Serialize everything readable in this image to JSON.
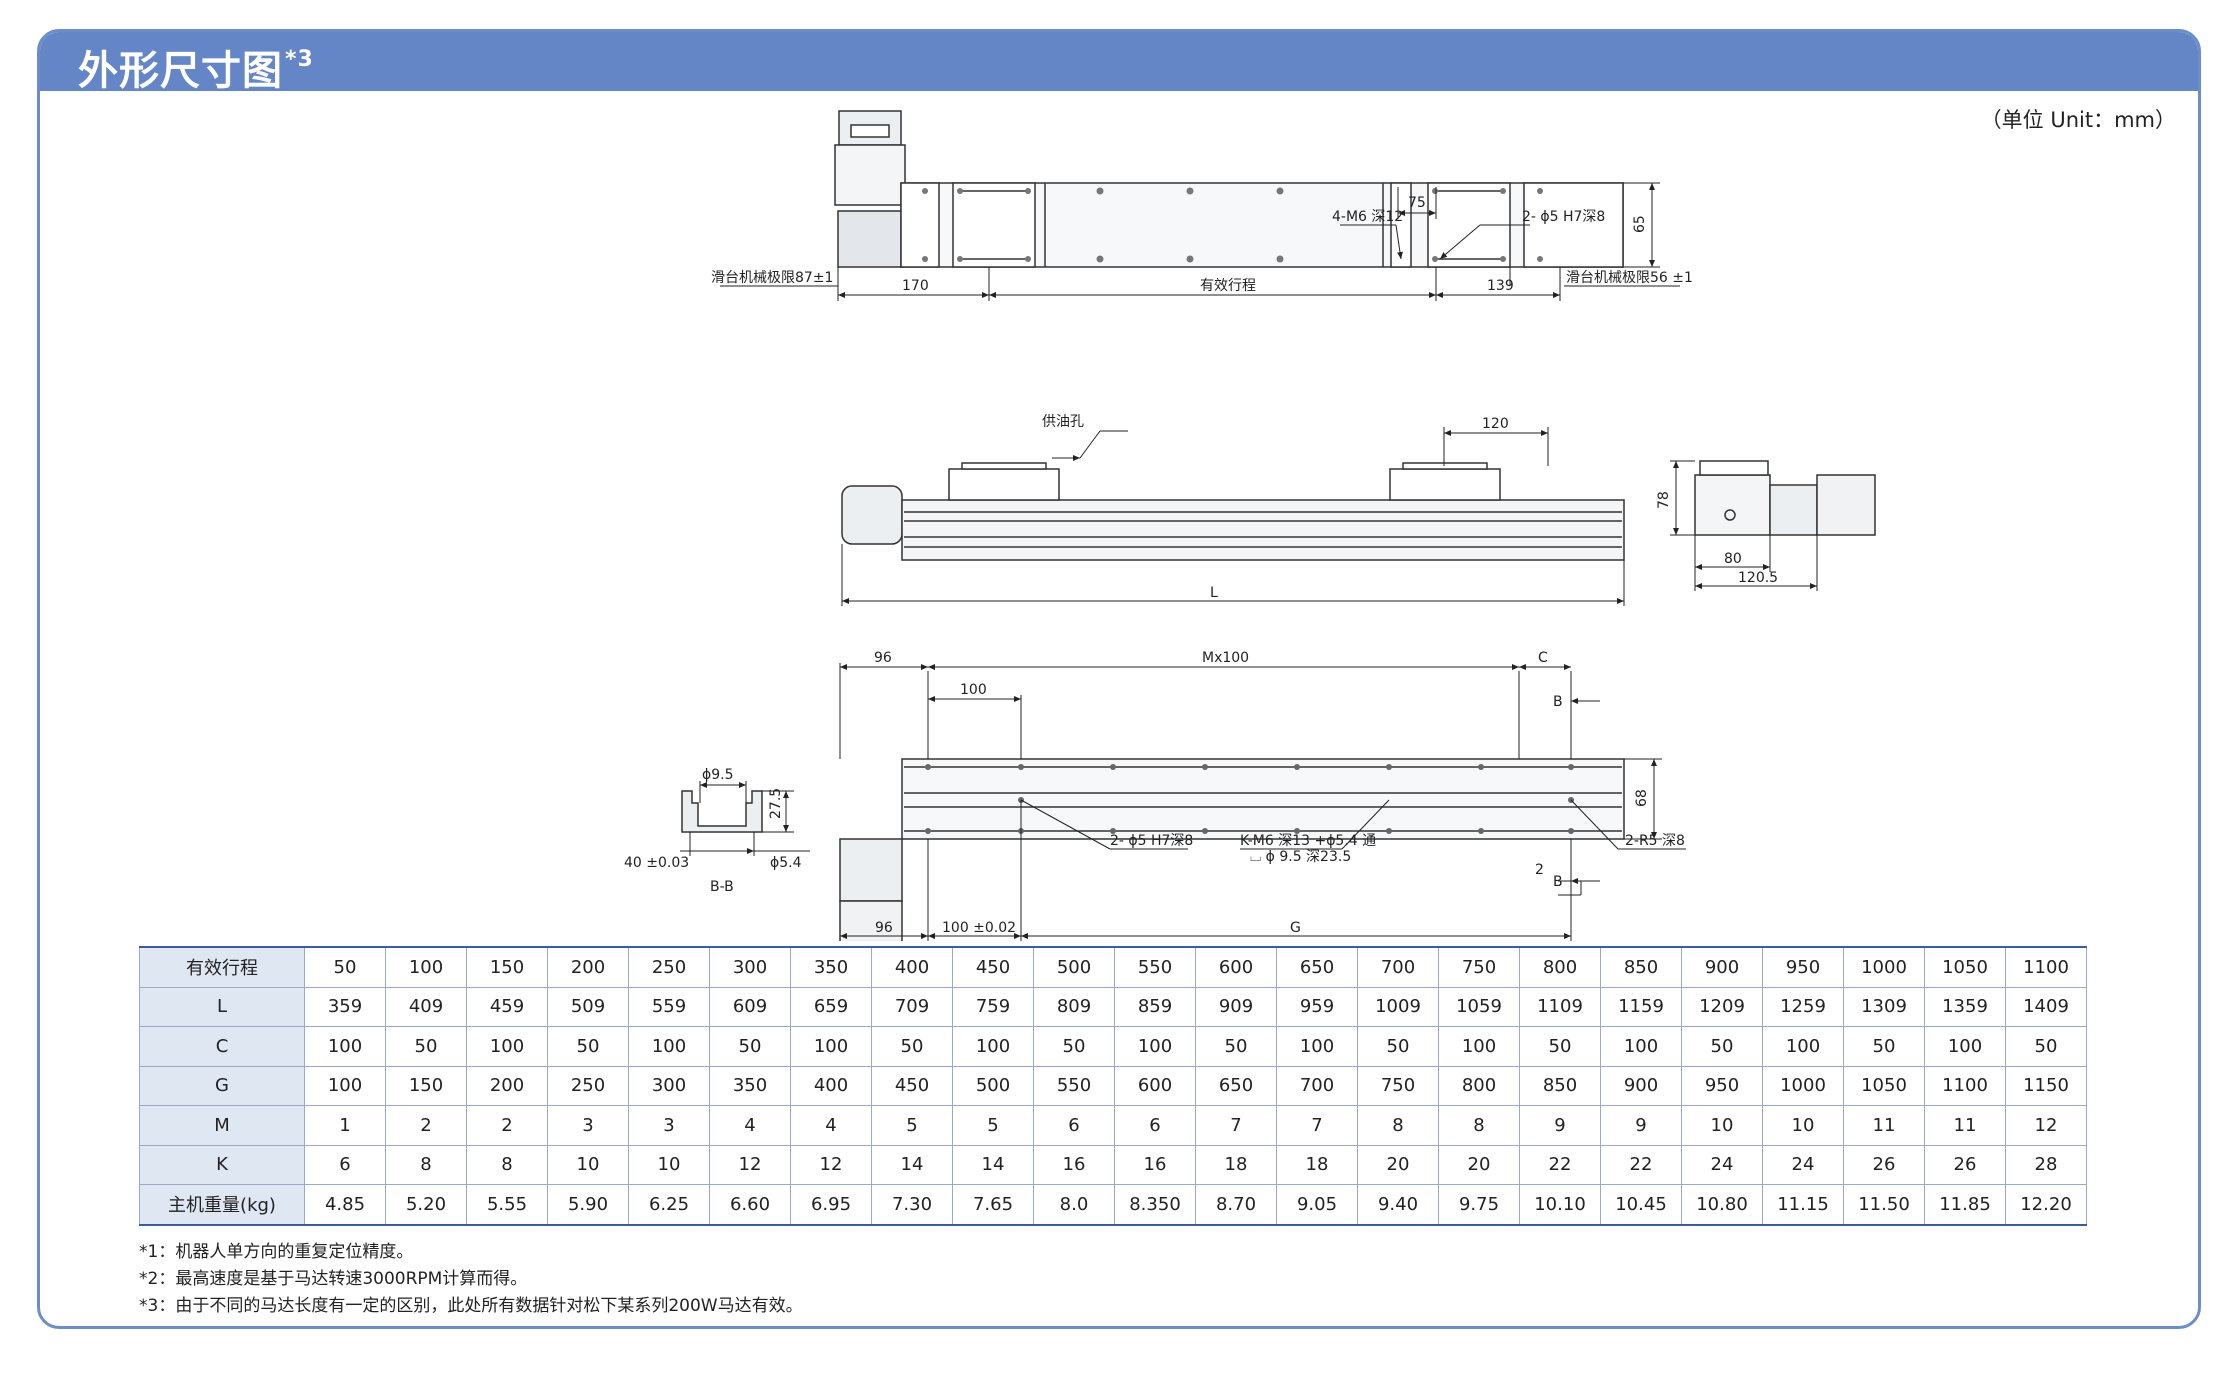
{
  "header": {
    "title": "外形尺寸图",
    "title_sup": "*3"
  },
  "unit": "（单位 Unit：mm）",
  "labels": {
    "top_m6": "4-M6 深12",
    "top_75": "75",
    "top_pin": "2- ϕ5 H7深8",
    "top_65": "65",
    "limit_left": "滑台机械极限87±1",
    "limit_right": "滑台机械极限56 ±1",
    "dim_170": "170",
    "stroke": "有效行程",
    "dim_139": "139",
    "oil_hole": "供油孔",
    "dim_120": "120",
    "dim_L": "L",
    "side_78": "78",
    "side_80": "80",
    "side_1205": "120.5",
    "dim_96_top": "96",
    "dim_mx100": "Mx100",
    "dim_C": "C",
    "dim_100": "100",
    "mark_B1": "B",
    "mark_B2": "B",
    "dim_68": "68",
    "bb_95": "ϕ9.5",
    "bb_275": "27.5",
    "bb_40": "40 ±0.03",
    "bb_54": "ϕ5.4",
    "bb_label": "B-B",
    "bot_pin": "2- ϕ5 H7深8",
    "k_m6": "K-M6 深13 +ϕ5.4 通",
    "k_cb": "⌴ ϕ 9.5 深23.5",
    "r5": "2-R5 深8",
    "dim_2": "2",
    "dim_96_bot": "96",
    "dim_100_tol": "100 ±0.02",
    "dim_G": "G"
  },
  "table": {
    "rows": [
      {
        "head": "有效行程",
        "values": [
          "50",
          "100",
          "150",
          "200",
          "250",
          "300",
          "350",
          "400",
          "450",
          "500",
          "550",
          "600",
          "650",
          "700",
          "750",
          "800",
          "850",
          "900",
          "950",
          "1000",
          "1050",
          "1100"
        ]
      },
      {
        "head": "L",
        "values": [
          "359",
          "409",
          "459",
          "509",
          "559",
          "609",
          "659",
          "709",
          "759",
          "809",
          "859",
          "909",
          "959",
          "1009",
          "1059",
          "1109",
          "1159",
          "1209",
          "1259",
          "1309",
          "1359",
          "1409"
        ]
      },
      {
        "head": "C",
        "values": [
          "100",
          "50",
          "100",
          "50",
          "100",
          "50",
          "100",
          "50",
          "100",
          "50",
          "100",
          "50",
          "100",
          "50",
          "100",
          "50",
          "100",
          "50",
          "100",
          "50",
          "100",
          "50"
        ]
      },
      {
        "head": "G",
        "values": [
          "100",
          "150",
          "200",
          "250",
          "300",
          "350",
          "400",
          "450",
          "500",
          "550",
          "600",
          "650",
          "700",
          "750",
          "800",
          "850",
          "900",
          "950",
          "1000",
          "1050",
          "1100",
          "1150"
        ]
      },
      {
        "head": "M",
        "values": [
          "1",
          "2",
          "2",
          "3",
          "3",
          "4",
          "4",
          "5",
          "5",
          "6",
          "6",
          "7",
          "7",
          "8",
          "8",
          "9",
          "9",
          "10",
          "10",
          "11",
          "11",
          "12"
        ]
      },
      {
        "head": "K",
        "values": [
          "6",
          "8",
          "8",
          "10",
          "10",
          "12",
          "12",
          "14",
          "14",
          "16",
          "16",
          "18",
          "18",
          "20",
          "20",
          "22",
          "22",
          "24",
          "24",
          "26",
          "26",
          "28"
        ]
      },
      {
        "head": "主机重量(kg)",
        "values": [
          "4.85",
          "5.20",
          "5.55",
          "5.90",
          "6.25",
          "6.60",
          "6.95",
          "7.30",
          "7.65",
          "8.0",
          "8.350",
          "8.70",
          "9.05",
          "9.40",
          "9.75",
          "10.10",
          "10.45",
          "10.80",
          "11.15",
          "11.50",
          "11.85",
          "12.20"
        ]
      }
    ]
  },
  "notes": [
    "*1：机器人单方向的重复定位精度。",
    "*2：最高速度是基于马达转速3000RPM计算而得。",
    "*3：由于不同的马达长度有一定的区别，此处所有数据针对松下某系列200W马达有效。"
  ]
}
